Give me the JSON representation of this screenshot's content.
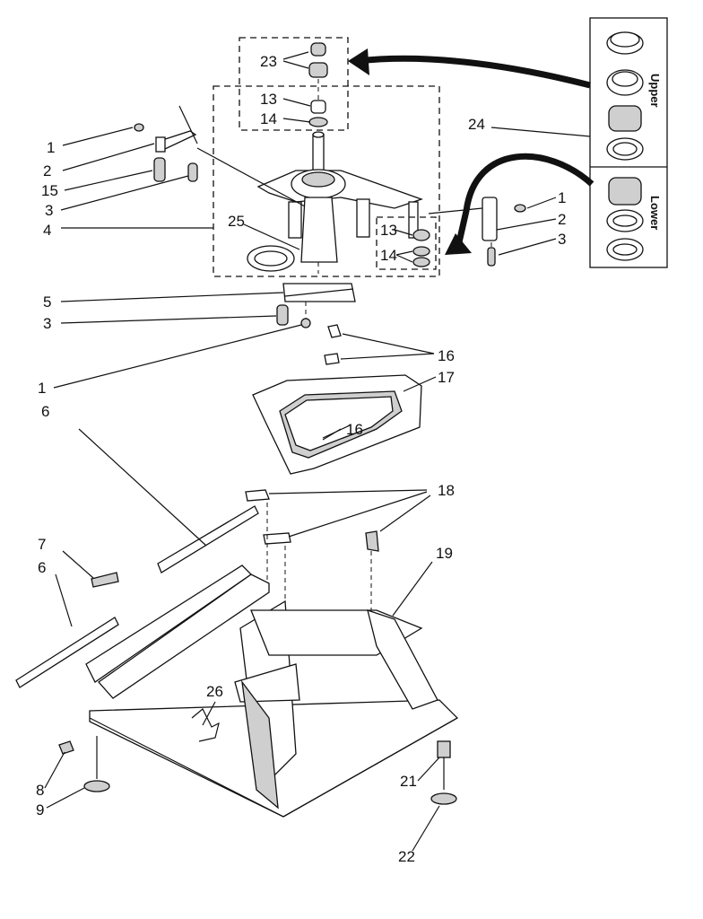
{
  "callouts": {
    "c1a": "1",
    "c2a": "2",
    "c15": "15",
    "c3a": "3",
    "c4": "4",
    "c23": "23",
    "c13a": "13",
    "c14a": "14",
    "c25": "25",
    "c13b": "13",
    "c14b": "14",
    "c24": "24",
    "c1b": "1",
    "c2b": "2",
    "c3b": "3",
    "c5": "5",
    "c3c": "3",
    "c1c": "1",
    "c16a": "16",
    "c17": "17",
    "c16b": "16",
    "c6a": "6",
    "c7": "7",
    "c6b": "6",
    "c18": "18",
    "c19": "19",
    "c26": "26",
    "c8": "8",
    "c9": "9",
    "c21": "21",
    "c22": "22"
  },
  "legend": {
    "upper": "Upper",
    "lower": "Lower"
  }
}
